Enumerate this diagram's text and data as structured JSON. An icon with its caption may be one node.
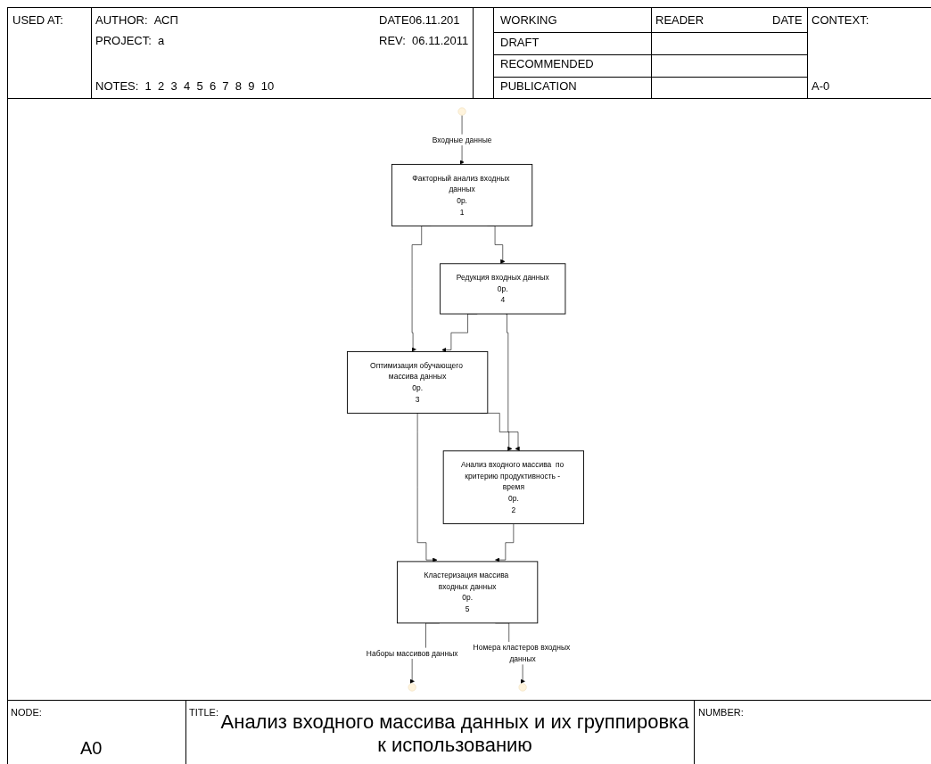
{
  "diagram": {
    "title": "Анализ входного массива данных и их группировка к использованию",
    "nodes": [
      {
        "text": [
          "Факторный анализ входных данных",
          "0р.",
          "1"
        ]
      },
      {
        "text": [
          "Редукция входных данных",
          "0р.",
          "4"
        ]
      },
      {
        "text": [
          "Оптимизация обучающего массива данных",
          "0р.",
          "3"
        ]
      },
      {
        "text": [
          "Анализ входного массива  по критерию продуктивность - время",
          "0р.",
          "2"
        ]
      },
      {
        "text": [
          "Кластеризация массива входных данных",
          "0р.",
          "5"
        ]
      }
    ],
    "edges": [
      {
        "from": null,
        "to": 0,
        "arrow": "to",
        "label": "Входные данные"
      },
      {
        "from": 0,
        "to": 1,
        "arrow": "to"
      },
      {
        "from": 0,
        "to": 2,
        "arrow": "to"
      },
      {
        "from": 1,
        "to": 2,
        "arrow": "to"
      },
      {
        "from": 1,
        "to": 3,
        "arrow": "to"
      },
      {
        "from": 2,
        "to": 4,
        "arrow": "to"
      },
      {
        "from": 2,
        "to": 3,
        "arrow": "to"
      },
      {
        "from": 3,
        "to": 4,
        "arrow": "to"
      },
      {
        "from": 4,
        "to": null,
        "arrow": "to",
        "label": "Наборы массивов данных"
      },
      {
        "from": 4,
        "to": null,
        "arrow": "to",
        "label": "Номера кластеров входных данных"
      }
    ],
    "labels": [
      "USED AT:",
      "AUTHOR:  АСП",
      "DATE06.11.201",
      "WORKING",
      "READER",
      "DATE",
      "CONTEXT:",
      "PROJECT:  a",
      "REV:  06.11.2011",
      "DRAFT",
      "RECOMMENDED",
      "NOTES:  1  2  3  4  5  6  7  8  9  10",
      "PUBLICATION",
      "A-0",
      "NODE:",
      "TITLE:",
      "NUMBER:",
      "A0"
    ]
  }
}
